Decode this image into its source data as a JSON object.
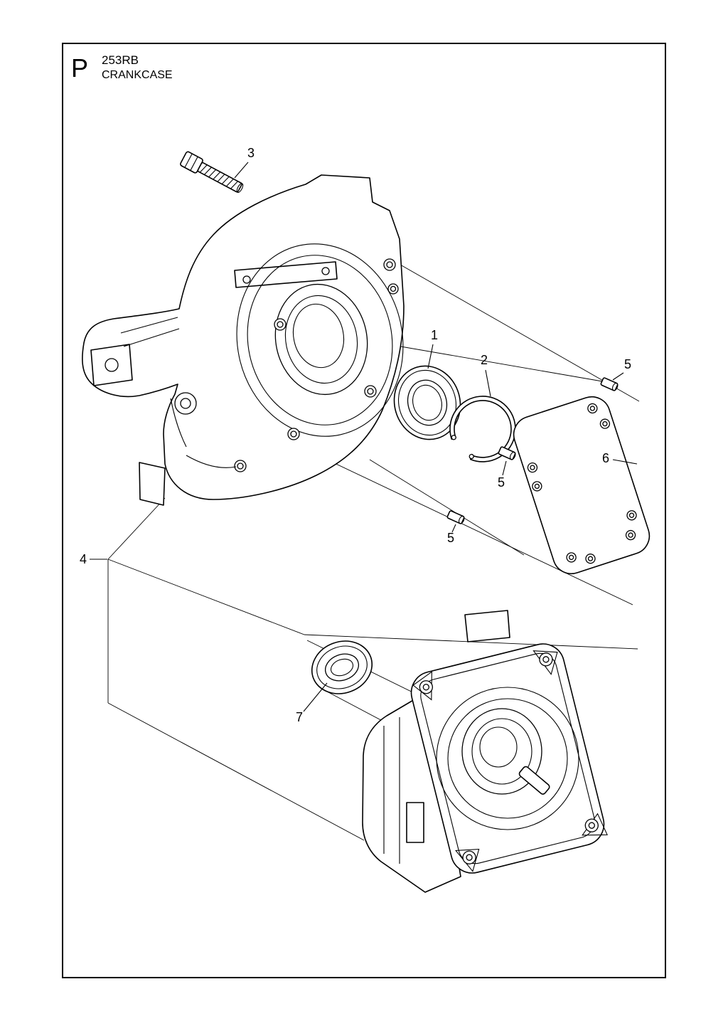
{
  "header": {
    "section_letter": "P",
    "model": "253RB",
    "title": "CRANKCASE"
  },
  "callouts": [
    {
      "part": "bearing",
      "label": "1"
    },
    {
      "part": "retaining-ring",
      "label": "2"
    },
    {
      "part": "screw",
      "label": "3"
    },
    {
      "part": "crankcase-set",
      "label": "4"
    },
    {
      "part": "dowel-pin-upper",
      "label": "5"
    },
    {
      "part": "dowel-pin-middle",
      "label": "5"
    },
    {
      "part": "dowel-pin-lower",
      "label": "5"
    },
    {
      "part": "gasket",
      "label": "6"
    },
    {
      "part": "oil-seal",
      "label": "7"
    }
  ],
  "colors": {
    "ink": "#000000",
    "paper": "#ffffff"
  }
}
